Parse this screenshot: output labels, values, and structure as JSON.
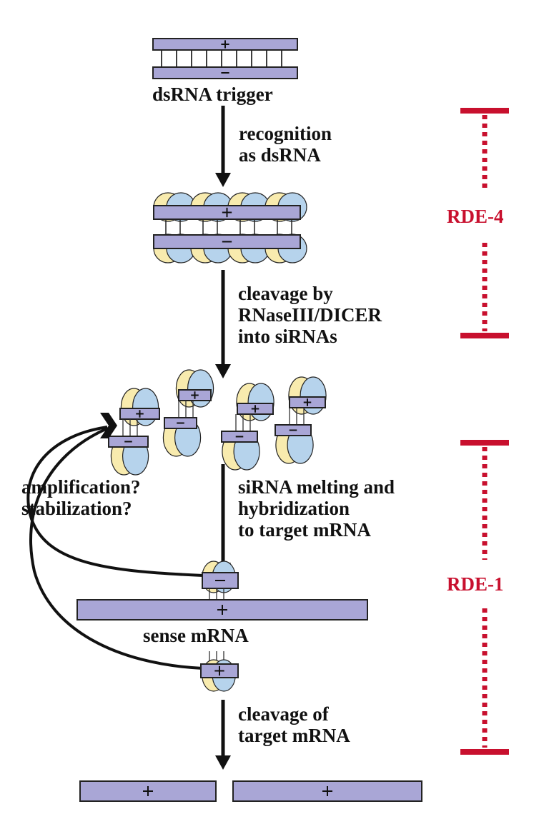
{
  "colors": {
    "rna_fill": "#a9a6d6",
    "protein_yellow": "#f8ebae",
    "protein_blue": "#b6d3ec",
    "outline": "#222222",
    "bracket_red": "#c8102e",
    "text": "#111111"
  },
  "labels": {
    "trigger": "dsRNA trigger",
    "step1": "recognition\nas dsRNA",
    "step2": "cleavage by\nRNaseIII/DICER\ninto siRNAs",
    "feedback": "amplification?\nstabilization?",
    "step3": "siRNA melting and\nhybridization\nto target mRNA",
    "mrna": "sense mRNA",
    "step4": "cleavage of\ntarget mRNA"
  },
  "strand_signs": {
    "sense": "+",
    "antisense": "-"
  },
  "brackets": [
    {
      "name": "RDE-4",
      "spans": [
        "recognition as dsRNA",
        "cleavage by RNaseIII/DICER into siRNAs"
      ]
    },
    {
      "name": "RDE-1",
      "spans": [
        "siRNA melting and hybridization to target mRNA",
        "cleavage of target mRNA"
      ]
    }
  ]
}
